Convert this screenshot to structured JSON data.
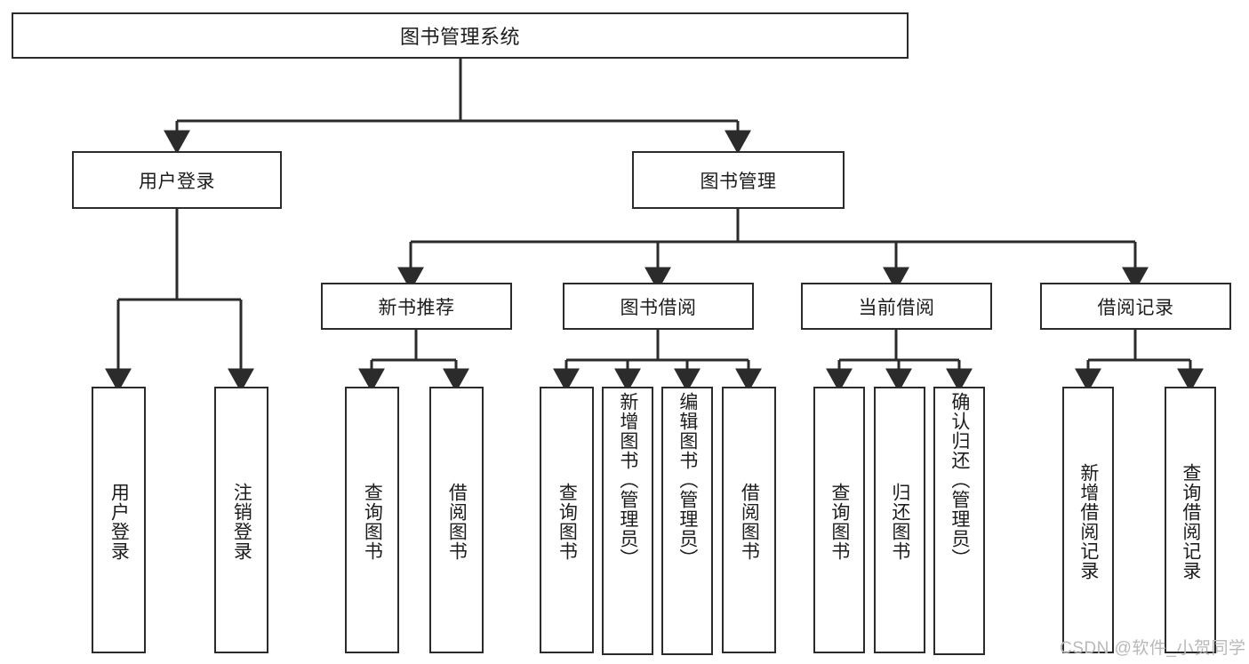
{
  "diagram": {
    "title": "图书管理系统",
    "type": "hierarchy-tree",
    "colors": {
      "box_border": "#2b2b2b",
      "box_fill": "#ffffff",
      "connector": "#2b2b2b",
      "text": "#1c1c1c",
      "watermark": "#b9b9b9"
    },
    "root": {
      "label": "图书管理系统"
    },
    "level2": [
      {
        "label": "用户登录"
      },
      {
        "label": "图书管理"
      }
    ],
    "level3": [
      {
        "label": "新书推荐"
      },
      {
        "label": "图书借阅"
      },
      {
        "label": "当前借阅"
      },
      {
        "label": "借阅记录"
      }
    ],
    "leaves": {
      "user_login": [
        {
          "label": "用户登录"
        },
        {
          "label": "注销登录"
        }
      ],
      "new_book_recommend": [
        {
          "label": "查询图书"
        },
        {
          "label": "借阅图书"
        }
      ],
      "book_borrow": [
        {
          "label": "查询图书"
        },
        {
          "label": "新增图书（管理员）"
        },
        {
          "label": "编辑图书（管理员）"
        },
        {
          "label": "借阅图书"
        }
      ],
      "current_borrow": [
        {
          "label": "查询图书"
        },
        {
          "label": "归还图书"
        },
        {
          "label": "确认归还（管理员）"
        }
      ],
      "borrow_record": [
        {
          "label": "新增借阅记录"
        },
        {
          "label": "查询借阅记录"
        }
      ]
    }
  },
  "watermark": {
    "text": "CSDN @软件_小贺同学"
  }
}
